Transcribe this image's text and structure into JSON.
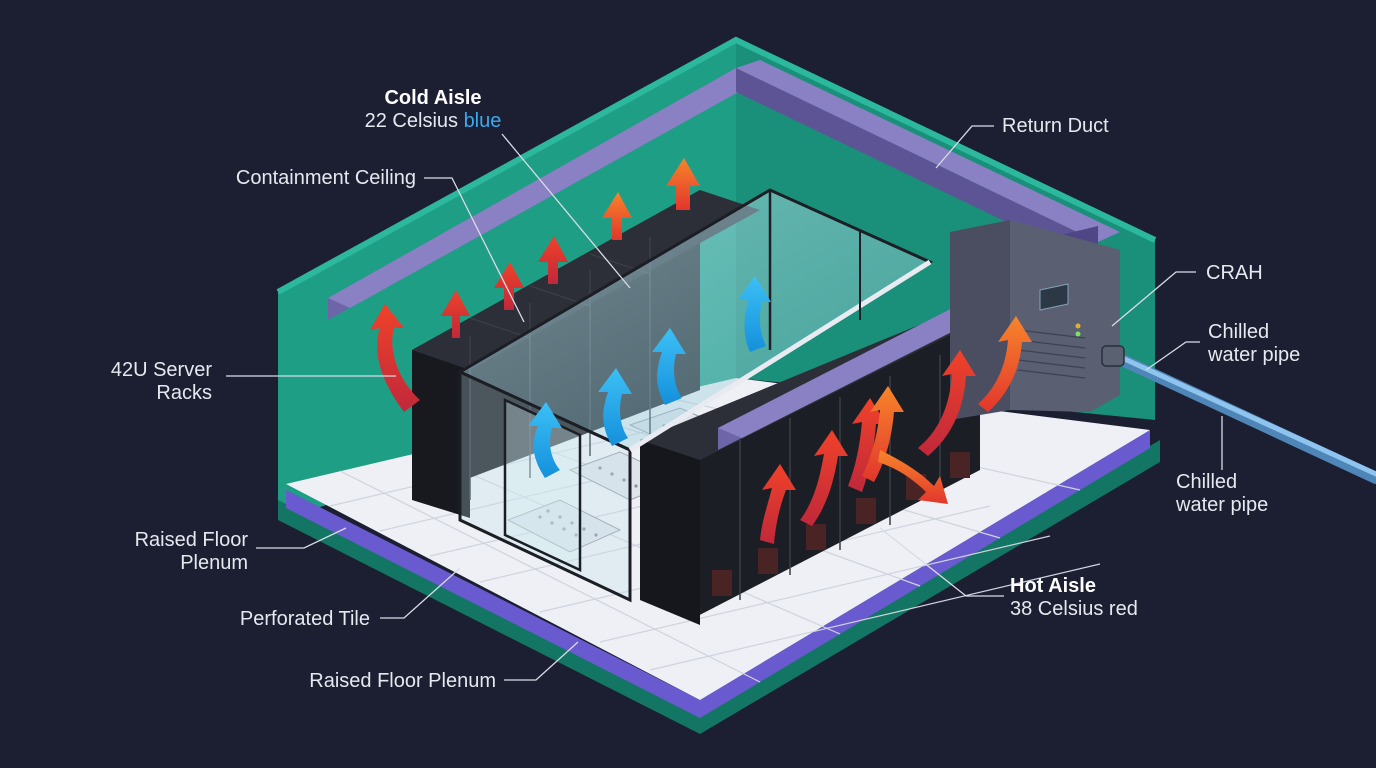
{
  "colors": {
    "background": "#1b1f31",
    "wall": "#1f9e86",
    "wall_dark": "#137563",
    "duct": "#6e64a8",
    "plenum": "#6a5ad0",
    "floor": "#eef0f5",
    "rack": "#1f2128",
    "cold_air": "#1ea7ec",
    "hot_air": "#e8322c",
    "warm_air": "#f46a2c",
    "pipe": "#7ab6e8",
    "crah": "#5b5f72",
    "label_accent_blue": "#3aa9f0"
  },
  "icons": [
    "cold-air-arrow-icon",
    "hot-air-arrow-icon",
    "crah-unit-icon",
    "chilled-water-pipe-icon"
  ],
  "labels": {
    "cold_aisle": {
      "title": "Cold Aisle",
      "line_prefix": "22 Celsius ",
      "line_accent": "blue"
    },
    "containment_ceiling": "Containment Ceiling",
    "return_duct": "Return Duct",
    "crah": "CRAH",
    "chilled_pipe_1": {
      "line1": "Chilled",
      "line2": "water pipe"
    },
    "chilled_pipe_2": {
      "line1": "Chilled",
      "line2": "water pipe"
    },
    "server_racks": {
      "line1": "42U Server",
      "line2": "Racks"
    },
    "raised_floor_1": {
      "line1": "Raised Floor",
      "line2": "Plenum"
    },
    "perforated_tile": "Perforated Tile",
    "raised_floor_2": "Raised Floor Plenum",
    "hot_aisle": {
      "title": "Hot Aisle",
      "line": "38 Celsius red"
    }
  }
}
